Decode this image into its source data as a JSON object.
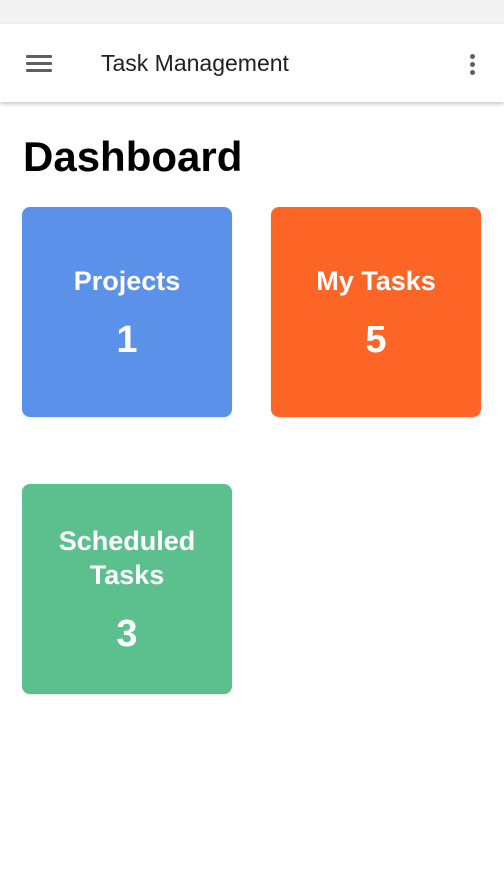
{
  "status_bar": {
    "left": "",
    "center": "",
    "right": ""
  },
  "app_bar": {
    "title": "Task Management",
    "menu_icon": "hamburger-menu-icon",
    "overflow_icon": "more-vert-icon"
  },
  "page": {
    "title": "Dashboard"
  },
  "cards": [
    {
      "title": "Projects",
      "count": "1",
      "color": "#5b91e8"
    },
    {
      "title": "My Tasks",
      "count": "5",
      "color": "#fd6527"
    },
    {
      "title": "Scheduled Tasks",
      "count": "3",
      "color": "#5bc08e"
    }
  ]
}
